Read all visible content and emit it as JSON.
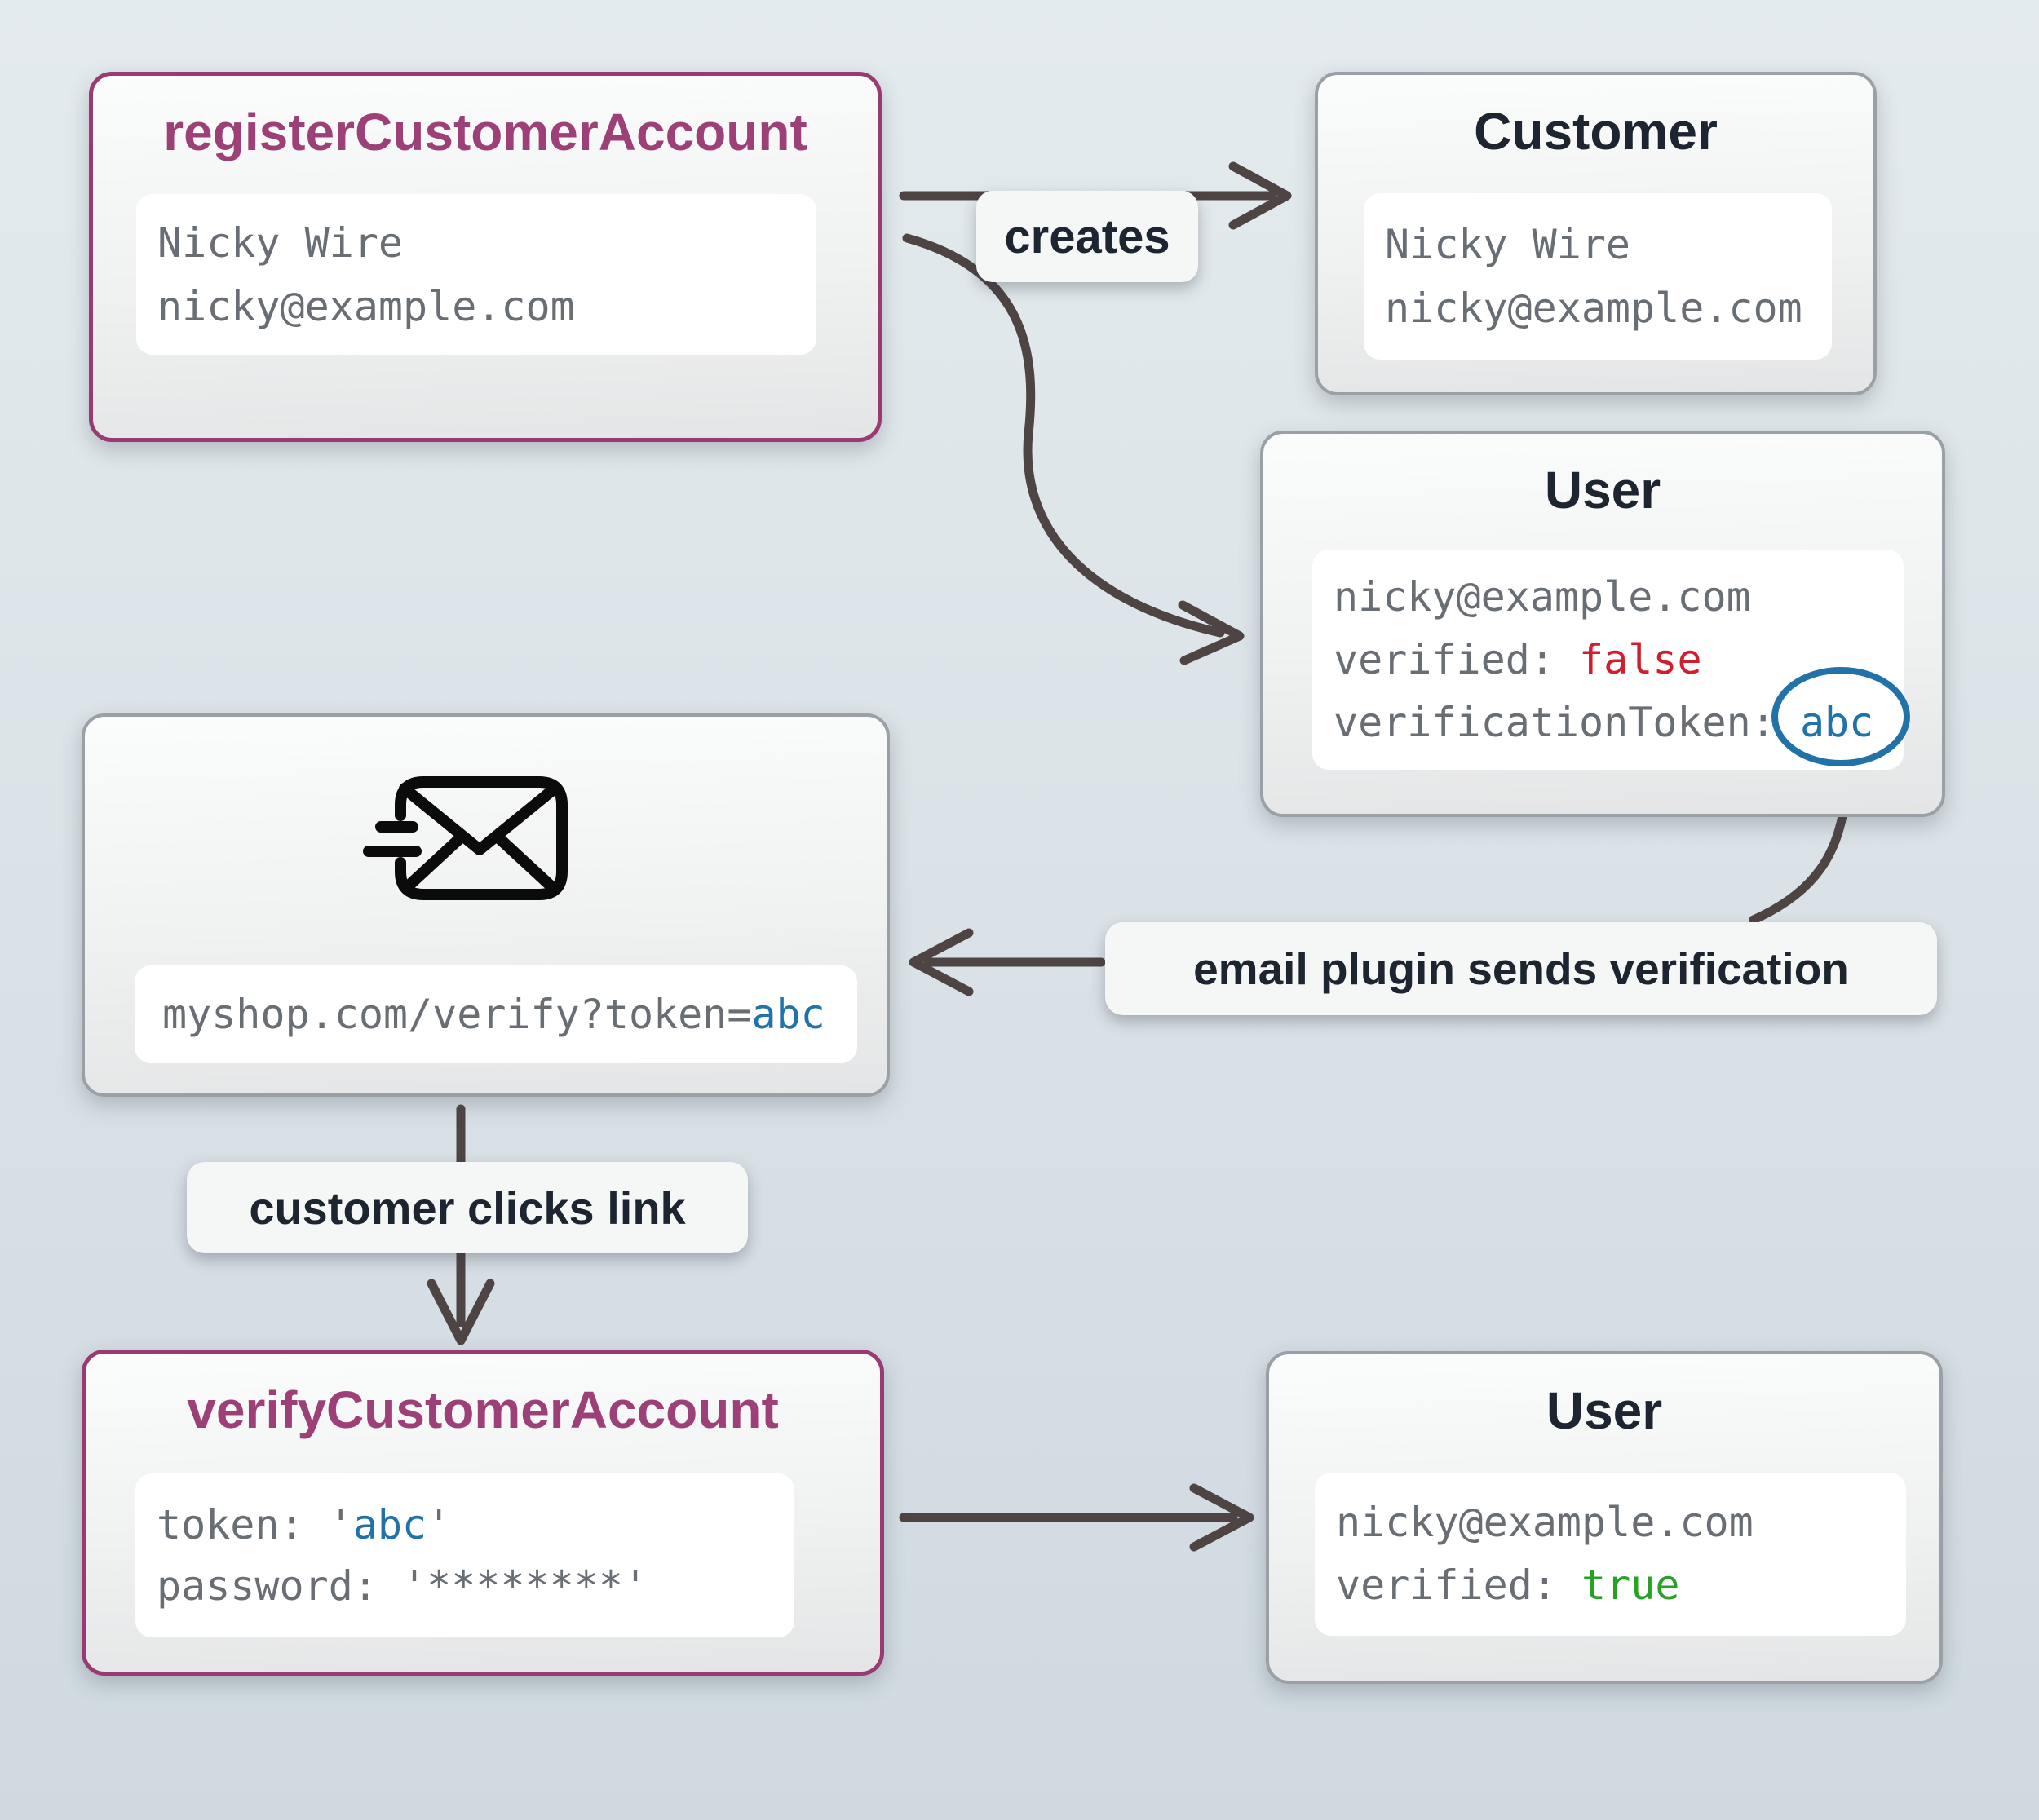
{
  "nodes": {
    "register": {
      "title": "registerCustomerAccount",
      "line1": "Nicky Wire",
      "line2": "nicky@example.com"
    },
    "customer": {
      "title": "Customer",
      "line1": "Nicky Wire",
      "line2": "nicky@example.com"
    },
    "user_unverified": {
      "title": "User",
      "email": "nicky@example.com",
      "verified_label": "verified: ",
      "verified_value": "false",
      "token_label": "verificationToken: ",
      "token_value": "abc"
    },
    "email_message": {
      "icon": "mail-send-icon",
      "url_prefix": "myshop.com/verify?token=",
      "url_token": "abc"
    },
    "verify": {
      "title": "verifyCustomerAccount",
      "token_label": "token: ",
      "quote": "'",
      "token_value": "abc",
      "password_label": "password: ",
      "password_value": "'********'"
    },
    "user_verified": {
      "title": "User",
      "email": "nicky@example.com",
      "verified_label": "verified: ",
      "verified_value": "true"
    }
  },
  "edges": {
    "creates_label": "creates",
    "email_plugin_label": "email plugin sends verification",
    "customer_clicks_label": "customer clicks link"
  },
  "colors": {
    "accent_purple_border": "#993a72",
    "accent_purple_text": "#9d4078",
    "title_dark": "#1d2530",
    "mono_gray": "#686e74",
    "false_red": "#cf1e2e",
    "token_blue": "#2272aa",
    "true_green": "#26a325",
    "arrow": "#4f4444",
    "node_border_gray": "#99a1a6"
  }
}
